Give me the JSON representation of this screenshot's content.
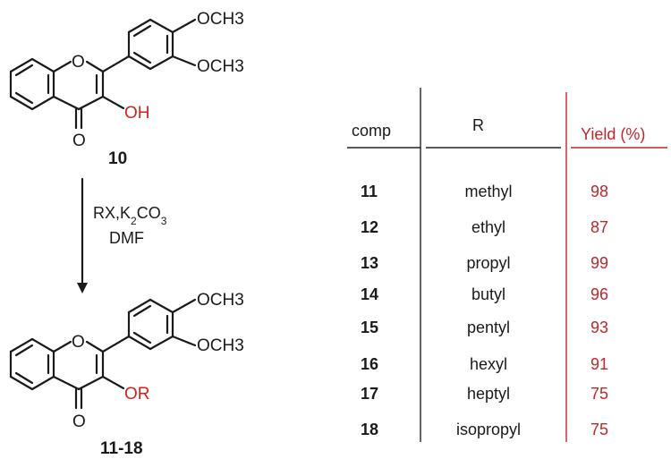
{
  "reactant": {
    "ring_oxygen": "O",
    "carbonyl_oxygen": "O",
    "substituent_1": "OCH3",
    "substituent_2": "OCH3",
    "hydroxyl": "OH",
    "compound_label": "10"
  },
  "conditions": {
    "line1": "RX,K2CO3",
    "line2": "DMF"
  },
  "product": {
    "ring_oxygen": "O",
    "carbonyl_oxygen": "O",
    "substituent_1": "OCH3",
    "substituent_2": "OCH3",
    "ether": "OR",
    "compound_label": "11-18"
  },
  "table": {
    "headers": {
      "comp": "comp",
      "r": "R",
      "yield": "Yield (%)"
    },
    "rows": [
      {
        "comp": "11",
        "r": "methyl",
        "yield": "98"
      },
      {
        "comp": "12",
        "r": "ethyl",
        "yield": "87"
      },
      {
        "comp": "13",
        "r": "propyl",
        "yield": "99"
      },
      {
        "comp": "14",
        "r": "butyl",
        "yield": "96"
      },
      {
        "comp": "15",
        "r": "pentyl",
        "yield": "93"
      },
      {
        "comp": "16",
        "r": "hexyl",
        "yield": "91"
      },
      {
        "comp": "17",
        "r": "heptyl",
        "yield": "75"
      },
      {
        "comp": "18",
        "r": "isopropyl",
        "yield": "75"
      }
    ]
  },
  "colors": {
    "accent_red": "#d42222",
    "table_red": "#c0262a",
    "ink": "#1a1a1a"
  }
}
